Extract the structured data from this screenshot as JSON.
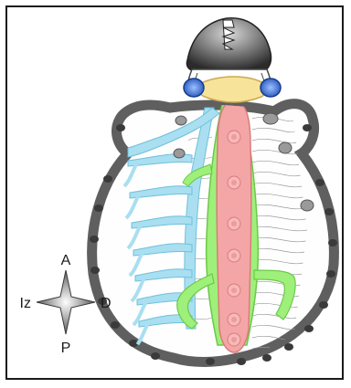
{
  "compass": {
    "top": "A",
    "bottom": "P",
    "left": "Iz",
    "right": "D"
  },
  "colors": {
    "frame": "#1a1a1a",
    "body_shell": "#5f5f5f",
    "body_fill": "#fefefe",
    "nervous_system": "#a9dff0",
    "nervous_edge": "#6fc0dc",
    "gut": "#9ef07a",
    "gut_edge": "#6cc84a",
    "heart": "#f4a6a6",
    "heart_edge": "#d97b7b",
    "brain_bridge": "#f8e39a",
    "eye": "#3a6fd1",
    "spine": "#3a3a3a"
  },
  "icons": [
    "compass-star-icon"
  ]
}
